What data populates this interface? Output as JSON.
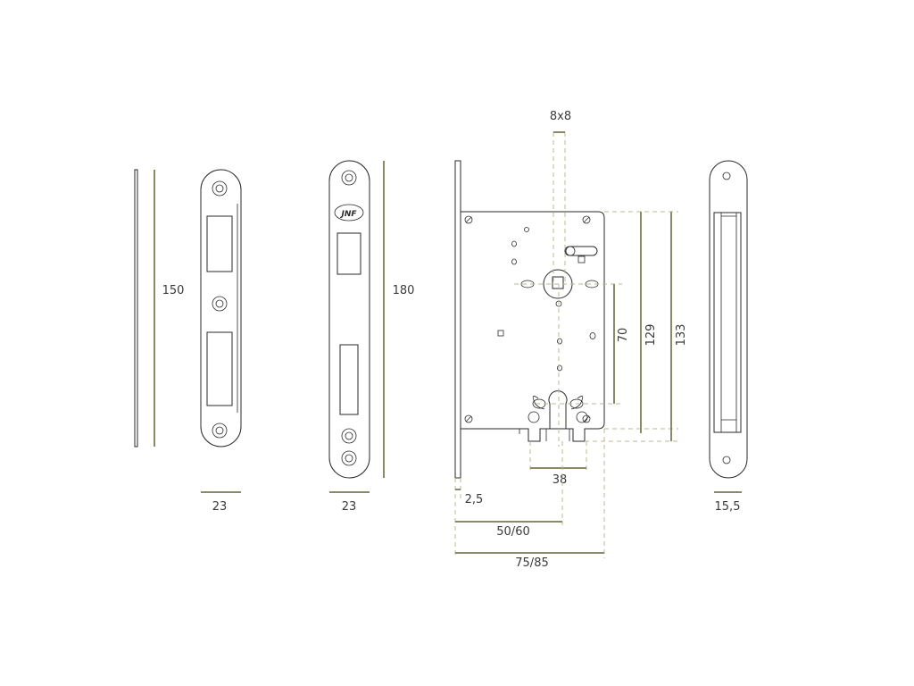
{
  "dimensions": {
    "strike_height": "150",
    "strike_width": "23",
    "faceplate_height": "180",
    "faceplate_width": "23",
    "spindle": "8x8",
    "h70": "70",
    "h129": "129",
    "h133": "133",
    "d38": "38",
    "d25": "2,5",
    "backset": "50/60",
    "depth": "75/85",
    "keeper_width": "15,5"
  },
  "logo_text": "JNF",
  "colors": {
    "line": "#2a2a2a",
    "dimension": "#8a8a66",
    "extension": "#b8b890"
  }
}
